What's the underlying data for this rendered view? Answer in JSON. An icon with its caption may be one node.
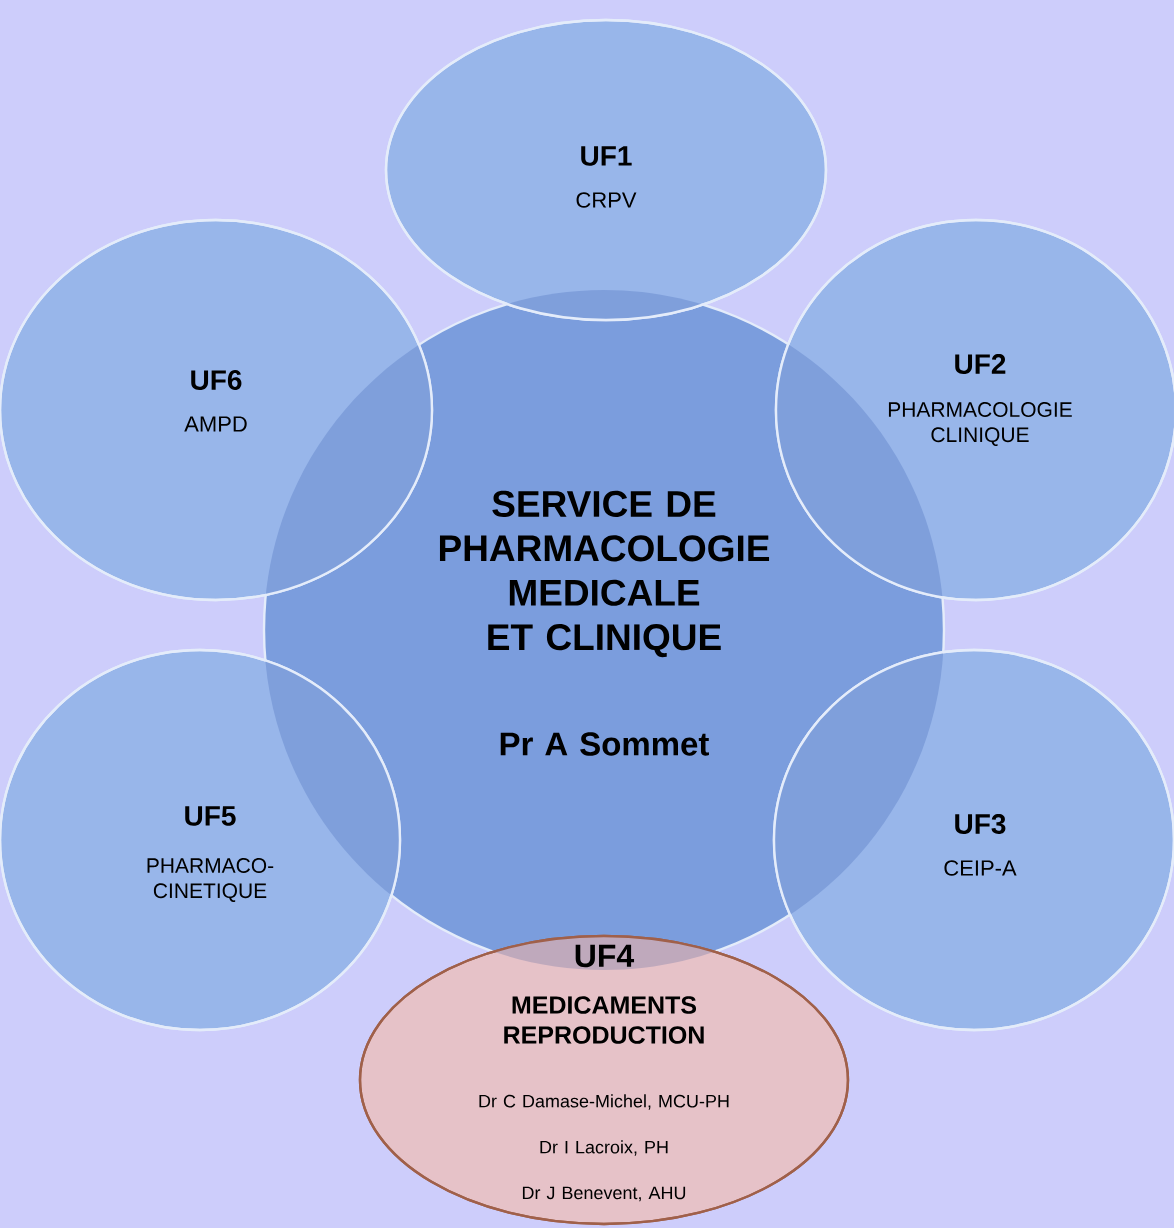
{
  "diagram": {
    "nodes": [
      {
        "text": [
          "UF1",
          "CRPV"
        ]
      },
      {
        "text": [
          "UF6",
          "AMPD"
        ]
      },
      {
        "text": [
          "UF2",
          "PHARMACOLOGIE CLINIQUE"
        ]
      },
      {
        "text": [
          "SERVICE DE PHARMACOLOGIE MEDICALE ET CLINIQUE",
          "Pr A Sommet"
        ]
      },
      {
        "text": [
          "UF5",
          "PHARMACO-CINETIQUE"
        ]
      },
      {
        "text": [
          "UF3",
          "CEIP-A"
        ]
      },
      {
        "text": [
          "UF4",
          "MEDICAMENTS REPRODUCTION",
          "Dr C Damase-Michel, MCU-PH",
          "Dr I Lacroix, PH",
          "Dr J Benevent, AHU"
        ]
      }
    ]
  }
}
